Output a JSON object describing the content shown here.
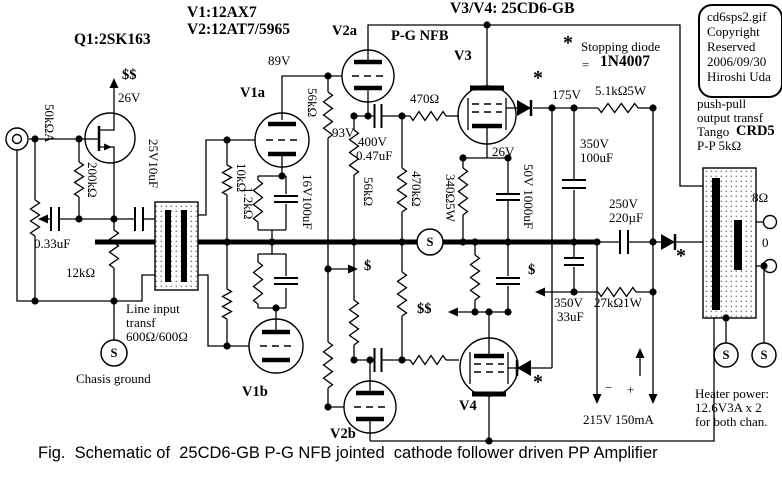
{
  "labels": {
    "q1_type": "Q1:2SK163",
    "v1_type": "V1:12AX7",
    "v2_type": "V2:12AT7/5965",
    "v34_type": "V3/V4: 25CD6-GB",
    "v1a": "V1a",
    "v1b": "V1b",
    "v2a": "V2a",
    "v2b": "V2b",
    "v3": "V3",
    "v4": "V4",
    "pg_nfb": "P-G NFB",
    "star": "*",
    "stopping_note": "Stopping diode",
    "equals": "=",
    "diode_type": "1N4007",
    "copy1": "cd6sps2.gif",
    "copy2": "Copyright",
    "copy3": "Reserved",
    "copy4": "2006/09/30",
    "copy5": "Hiroshi Uda",
    "opt1": "push-pull",
    "opt2": "output transf",
    "opt3a": "Tango",
    "opt3b": "CRD5",
    "opt4": "P-P 5kΩ",
    "out_8ohm": "8Ω",
    "out_0": "0",
    "heater1": "Heater power:",
    "heater2": "12.6V3A x 2",
    "heater3": "for both chan.",
    "rail_dd": "$$",
    "v26_q1": "26V",
    "pot": "50kΩA",
    "r200k": "200kΩ",
    "c033": "0.33uF",
    "r12k": "12kΩ",
    "c25v10": "25V10uF",
    "t1a": "Line input",
    "t1b": "transf",
    "t1c": "600Ω/600Ω",
    "chassis": "Chasis ground",
    "v89": "89V",
    "r56a": "56kΩ",
    "v93": "93V",
    "r10k": "10kΩ",
    "r1_2k": "1.2kΩ",
    "c16v100": "16V100uF",
    "c400v": "400V",
    "c047": "0.47uF",
    "r56b": "56kΩ",
    "r470": "470Ω",
    "r470k": "470kΩ",
    "r340": "340Ω5W",
    "v26_v3": "26V",
    "c1000": "50V 1000uF",
    "tag_d1": "$",
    "tag_dd": "$$",
    "tag_d2": "$",
    "v175": "175V",
    "r51k": "5.1kΩ5W",
    "c100a": "350V",
    "c100b": "100uF",
    "c220a": "250V",
    "c220b": "220µF",
    "r27k": "27kΩ1W",
    "c33a": "350V",
    "c33b": "33uF",
    "minus": "−",
    "plus": "+",
    "supply": "215V 150mA",
    "s": "S"
  },
  "caption": "Fig.  Schematic of  25CD6-GB P-G NFB jointed  cathode follower driven PP Amplifier"
}
